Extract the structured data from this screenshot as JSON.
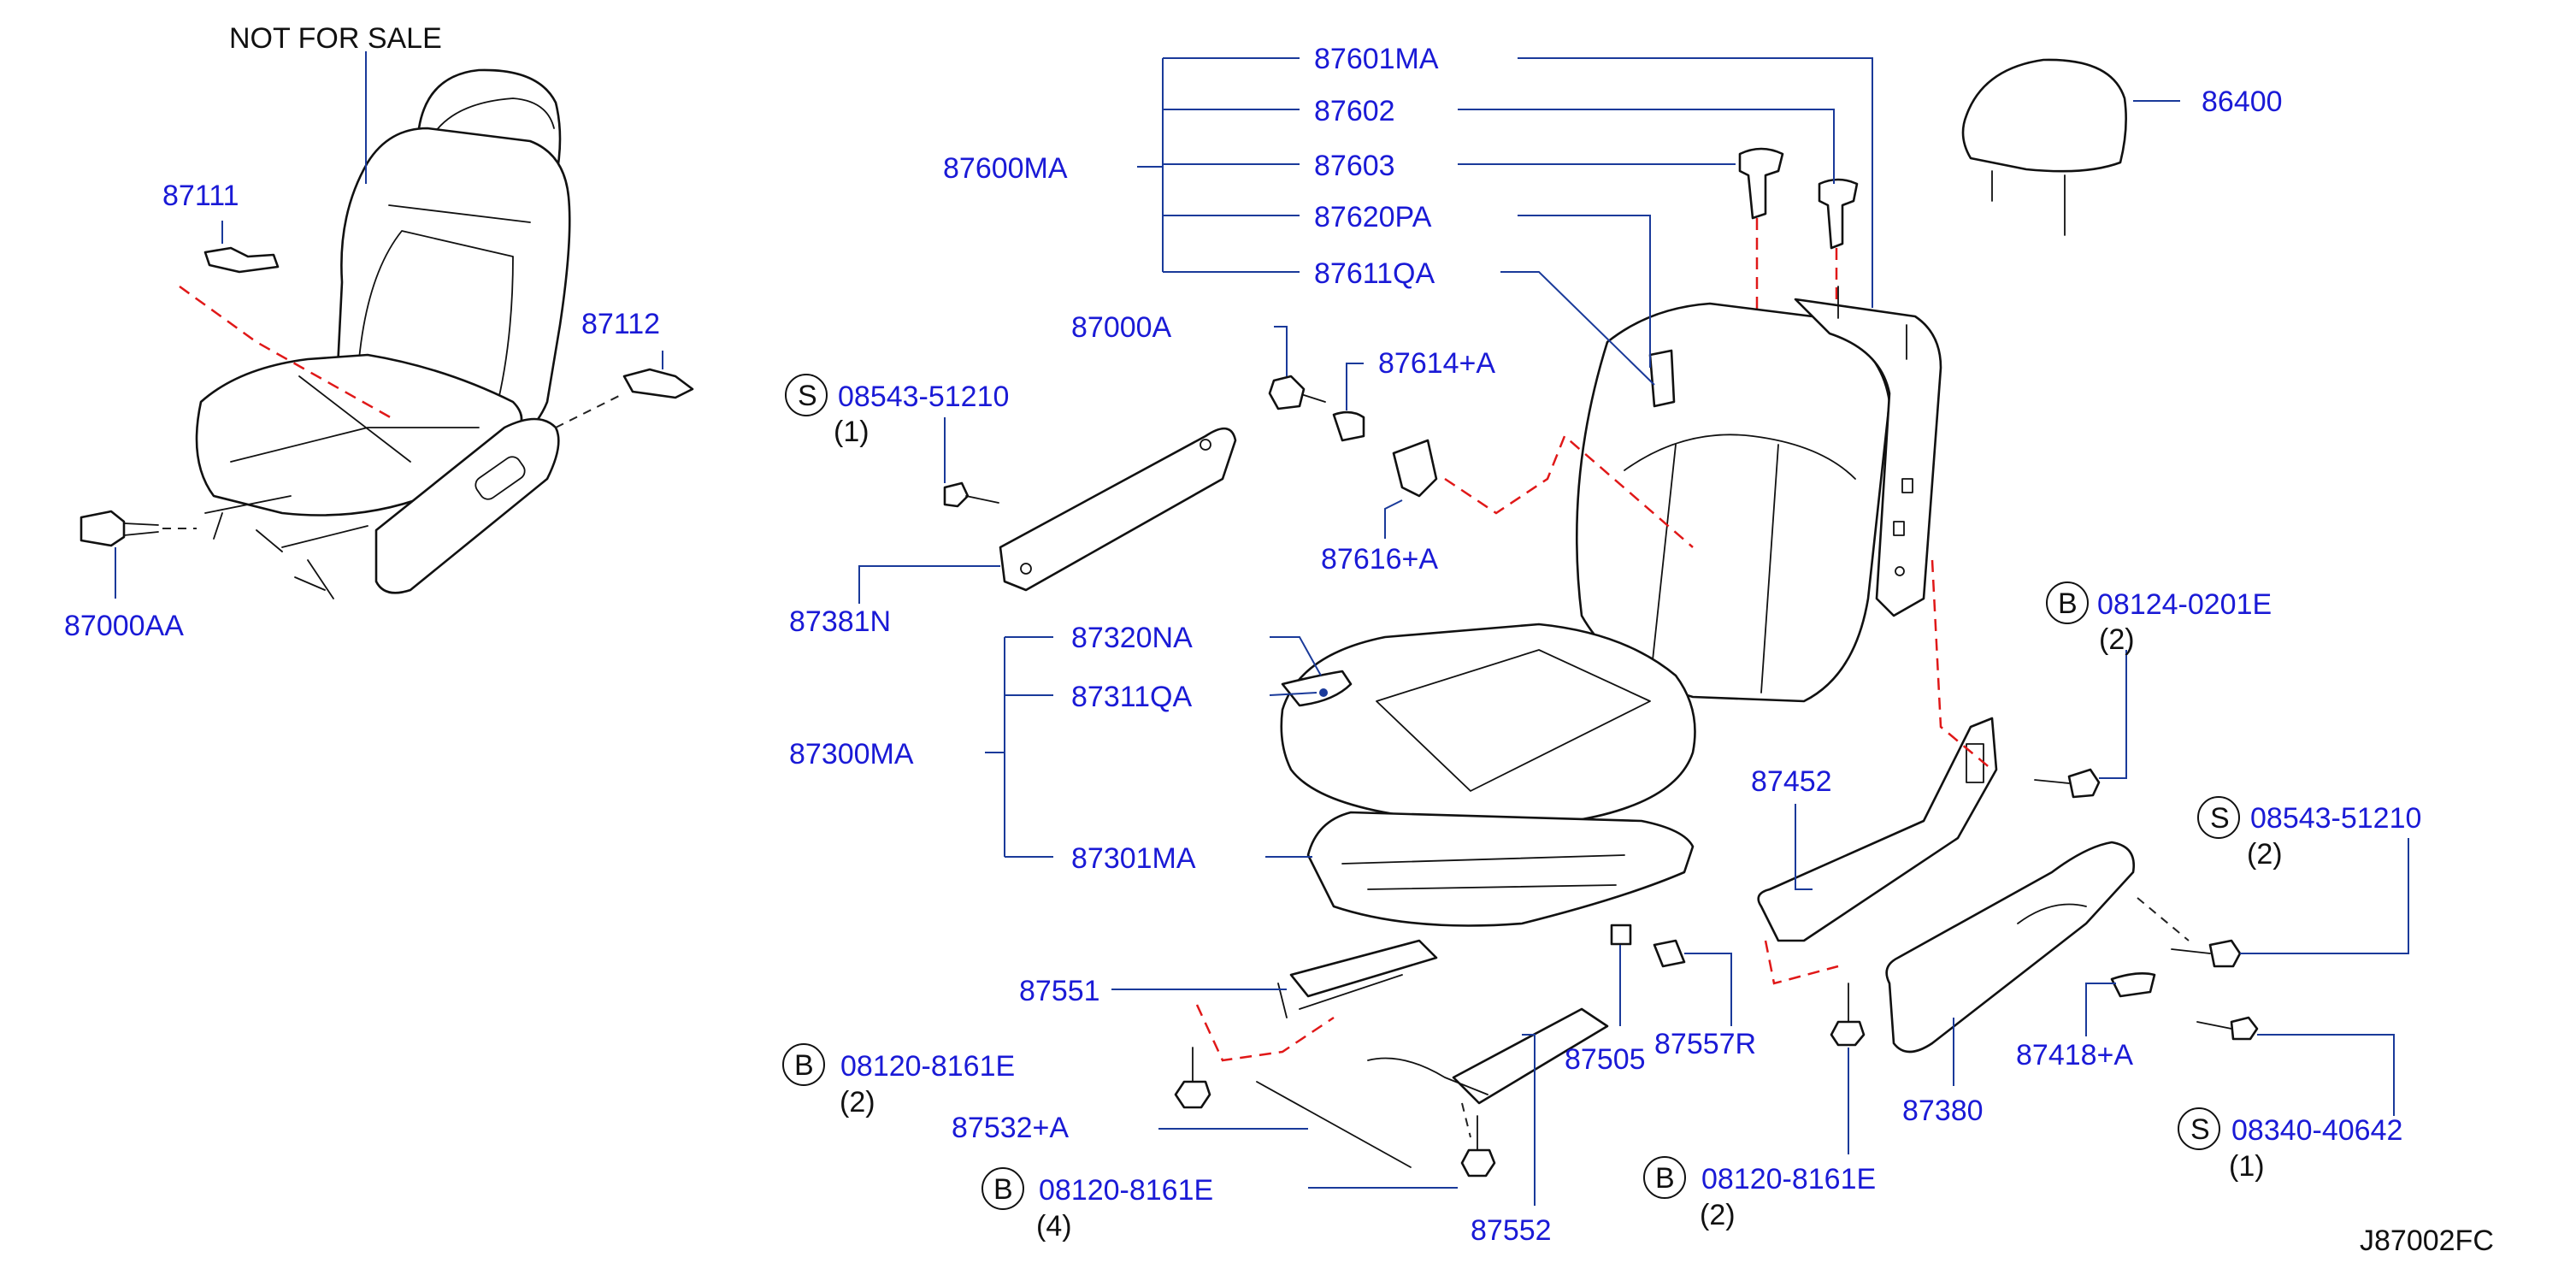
{
  "header": {
    "note": "NOT  FOR  SALE"
  },
  "footer": {
    "figure_code": "J87002FC"
  },
  "labels": {
    "p87601MA": "87601MA",
    "p87602": "87602",
    "p87603": "87603",
    "p87600MA": "87600MA",
    "p87620PA": "87620PA",
    "p87611QA": "87611QA",
    "p86400": "86400",
    "p87111": "87111",
    "p87112": "87112",
    "p87000AA": "87000AA",
    "p87000A": "87000A",
    "p87614A": "87614+A",
    "p87616A": "87616+A",
    "p87381N": "87381N",
    "p87320NA": "87320NA",
    "p87311QA": "87311QA",
    "p87300MA": "87300MA",
    "p87301MA": "87301MA",
    "p87452": "87452",
    "p87551": "87551",
    "p87532A": "87532+A",
    "p87505": "87505",
    "p87557R": "87557R",
    "p87552": "87552",
    "p87380": "87380",
    "p87418A": "87418+A"
  },
  "fasteners": [
    {
      "symbol": "S",
      "part": "08543-51210",
      "qty": "(1)"
    },
    {
      "symbol": "B",
      "part": "08124-0201E",
      "qty": "(2)"
    },
    {
      "symbol": "S",
      "part": "08543-51210",
      "qty": "(2)"
    },
    {
      "symbol": "B",
      "part": "08120-8161E",
      "qty": "(2)"
    },
    {
      "symbol": "B",
      "part": "08120-8161E",
      "qty": "(4)"
    },
    {
      "symbol": "B",
      "part": "08120-8161E",
      "qty": "(2)"
    },
    {
      "symbol": "S",
      "part": "08340-40642",
      "qty": "(1)"
    }
  ],
  "colors": {
    "label": "#1a1ad6",
    "leader": "#1a3a9a",
    "dashed_link": "#e01818",
    "outline": "#111111"
  }
}
